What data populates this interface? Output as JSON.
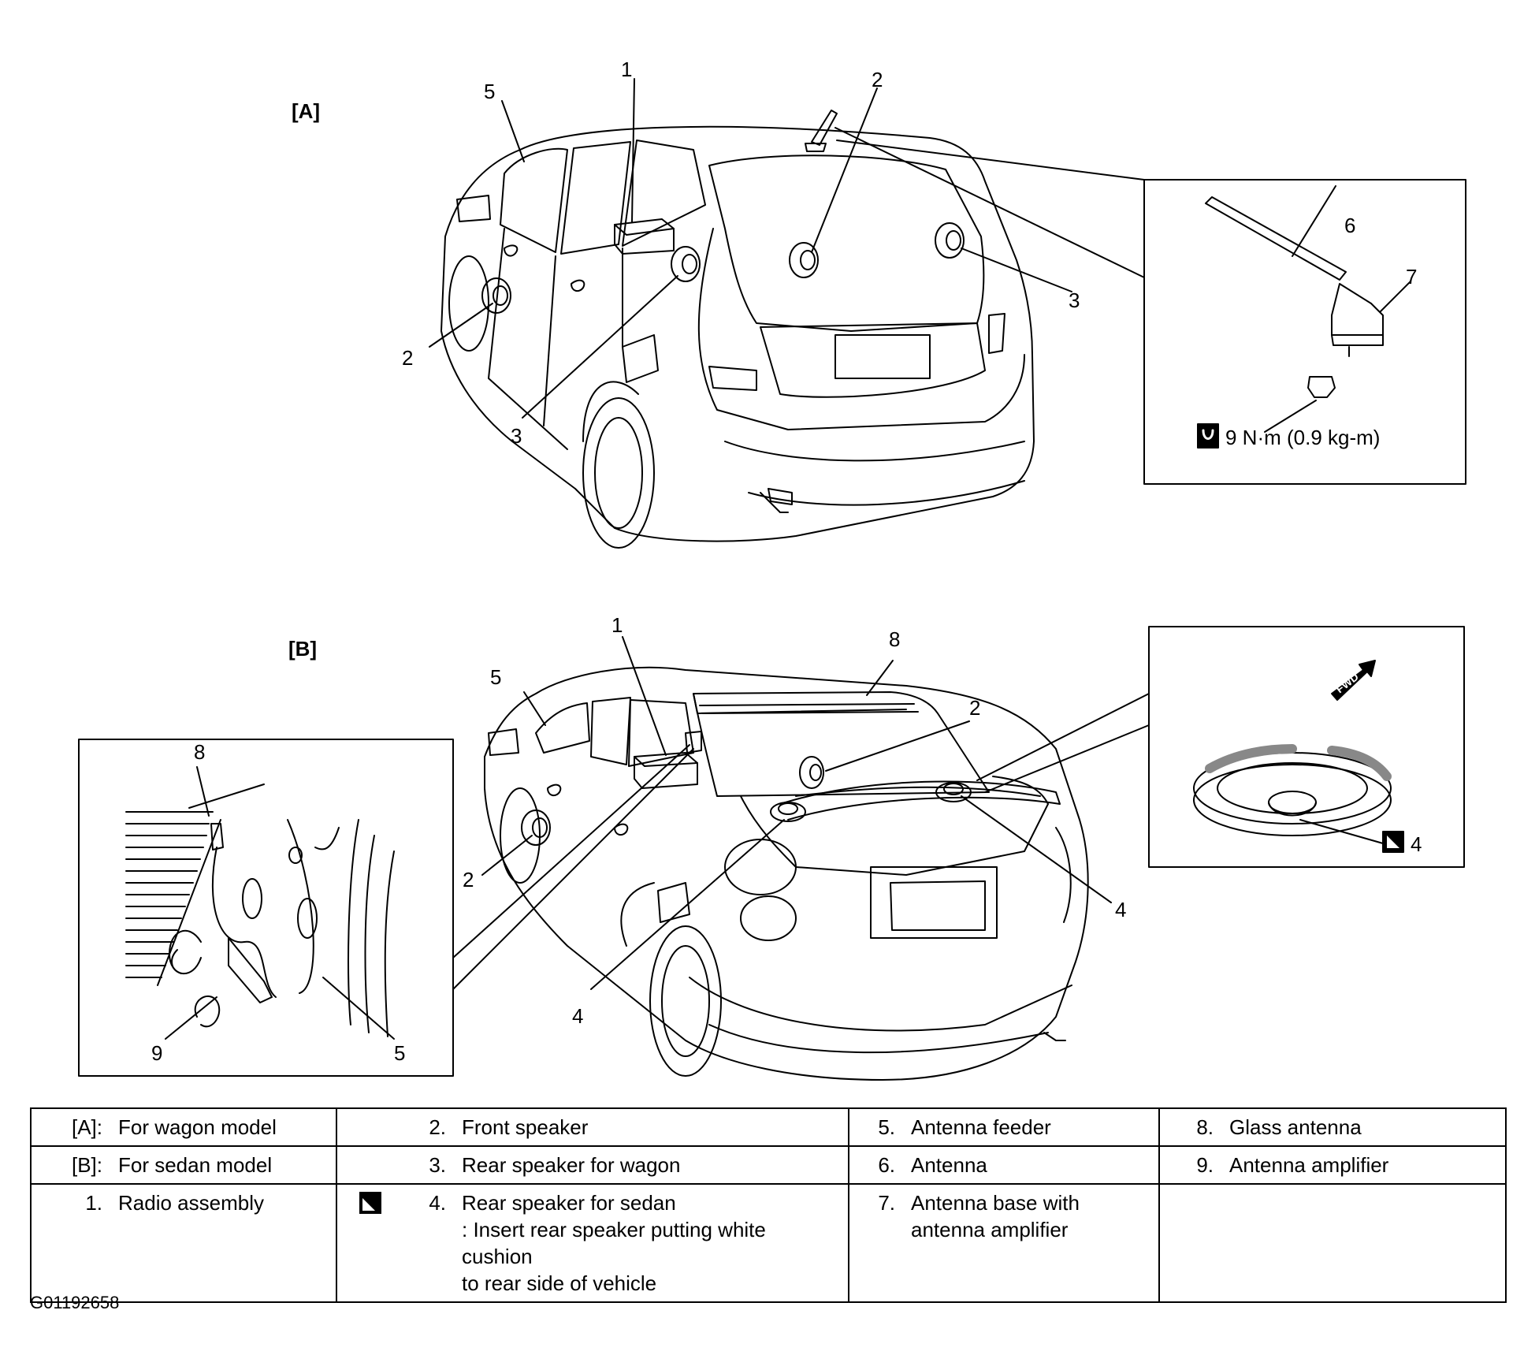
{
  "sections": {
    "a": {
      "tag": "[A]"
    },
    "b": {
      "tag": "[B]"
    }
  },
  "callouts": {
    "a": [
      "1",
      "2",
      "3",
      "5",
      "2",
      "3",
      "6",
      "7"
    ],
    "b": [
      "1",
      "8",
      "5",
      "2",
      "2",
      "4",
      "4",
      "8",
      "9",
      "5",
      "4"
    ]
  },
  "torque_spec": "9 N·m (0.9 kg-m)",
  "fwd_mark": "FWD",
  "legend": {
    "col1": [
      {
        "num": "[A]:",
        "text": "For wagon model"
      },
      {
        "num": "[B]:",
        "text": "For sedan model"
      },
      {
        "num": "1.",
        "text": "Radio assembly"
      }
    ],
    "col2": [
      {
        "num": "2.",
        "text": "Front speaker"
      },
      {
        "num": "3.",
        "text": "Rear speaker for wagon"
      },
      {
        "num": "4.",
        "text": "Rear speaker for sedan",
        "note_1": ": Insert rear speaker putting white cushion",
        "note_2": "to rear side of vehicle"
      }
    ],
    "col3": [
      {
        "num": "5.",
        "text": "Antenna feeder"
      },
      {
        "num": "6.",
        "text": "Antenna"
      },
      {
        "num": "7.",
        "text": "Antenna base with",
        "text_2": "antenna amplifier"
      }
    ],
    "col4": [
      {
        "num": "8.",
        "text": "Glass antenna"
      },
      {
        "num": "9.",
        "text": "Antenna amplifier"
      }
    ]
  },
  "drawing_code": "G01192658",
  "icons": [
    "torque-wrench-icon",
    "grease-apply-icon",
    "fwd-arrow-icon"
  ]
}
